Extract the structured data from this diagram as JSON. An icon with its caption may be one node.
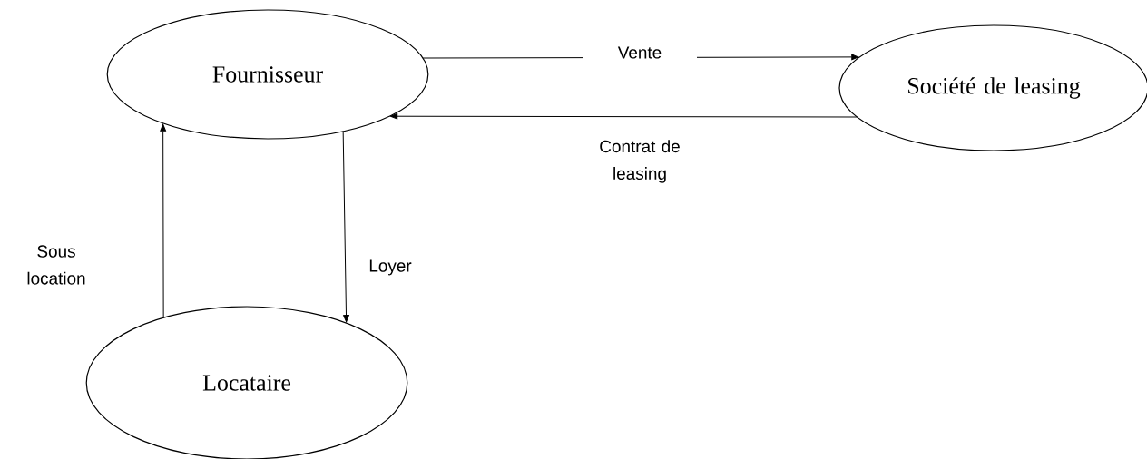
{
  "diagram": {
    "nodes": [
      {
        "text": [
          "Fournisseur"
        ]
      },
      {
        "text": [
          "Société de leasing"
        ]
      },
      {
        "text": [
          "Locataire"
        ]
      }
    ],
    "edges": [
      {
        "from": 0,
        "to": 1,
        "arrow": "to",
        "label": "Vente"
      },
      {
        "from": 1,
        "to": 0,
        "arrow": "to",
        "label": "Contrat de leasing"
      },
      {
        "from": 2,
        "to": 0,
        "arrow": "to",
        "label": "Sous location"
      },
      {
        "from": 0,
        "to": 2,
        "arrow": "to",
        "label": "Loyer"
      }
    ]
  }
}
